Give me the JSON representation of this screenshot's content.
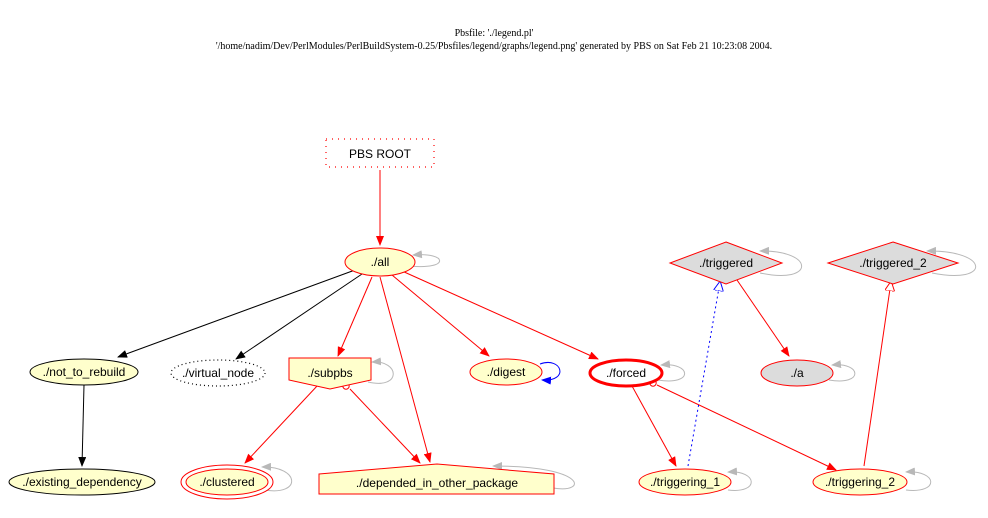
{
  "header": {
    "line1": "Pbsfile: './legend.pl'",
    "line2": "'/home/nadim/Dev/PerlModules/PerlBuildSystem-0.25/Pbsfiles/legend/graphs/legend.png' generated by PBS on Sat Feb 21 10:23:08 2004."
  },
  "nodes": {
    "root": "PBS ROOT",
    "all": "./all",
    "not_to_rebuild": "./not_to_rebuild",
    "virtual_node": "./virtual_node",
    "subpbs": "./subpbs",
    "digest": "./digest",
    "forced": "./forced",
    "triggered": "./triggered",
    "triggered_2": "./triggered_2",
    "a": "./a",
    "existing_dependency": "./existing_dependency",
    "clustered": "./clustered",
    "depended_in_other_package": "./depended_in_other_package",
    "triggering_1": "./triggering_1",
    "triggering_2": "./triggering_2"
  },
  "colors": {
    "red": "#ff0000",
    "black": "#000000",
    "blue": "#0000ff",
    "gray": "#b0b0b0",
    "cream": "#ffffcc",
    "lightgray": "#dcdcdc"
  }
}
